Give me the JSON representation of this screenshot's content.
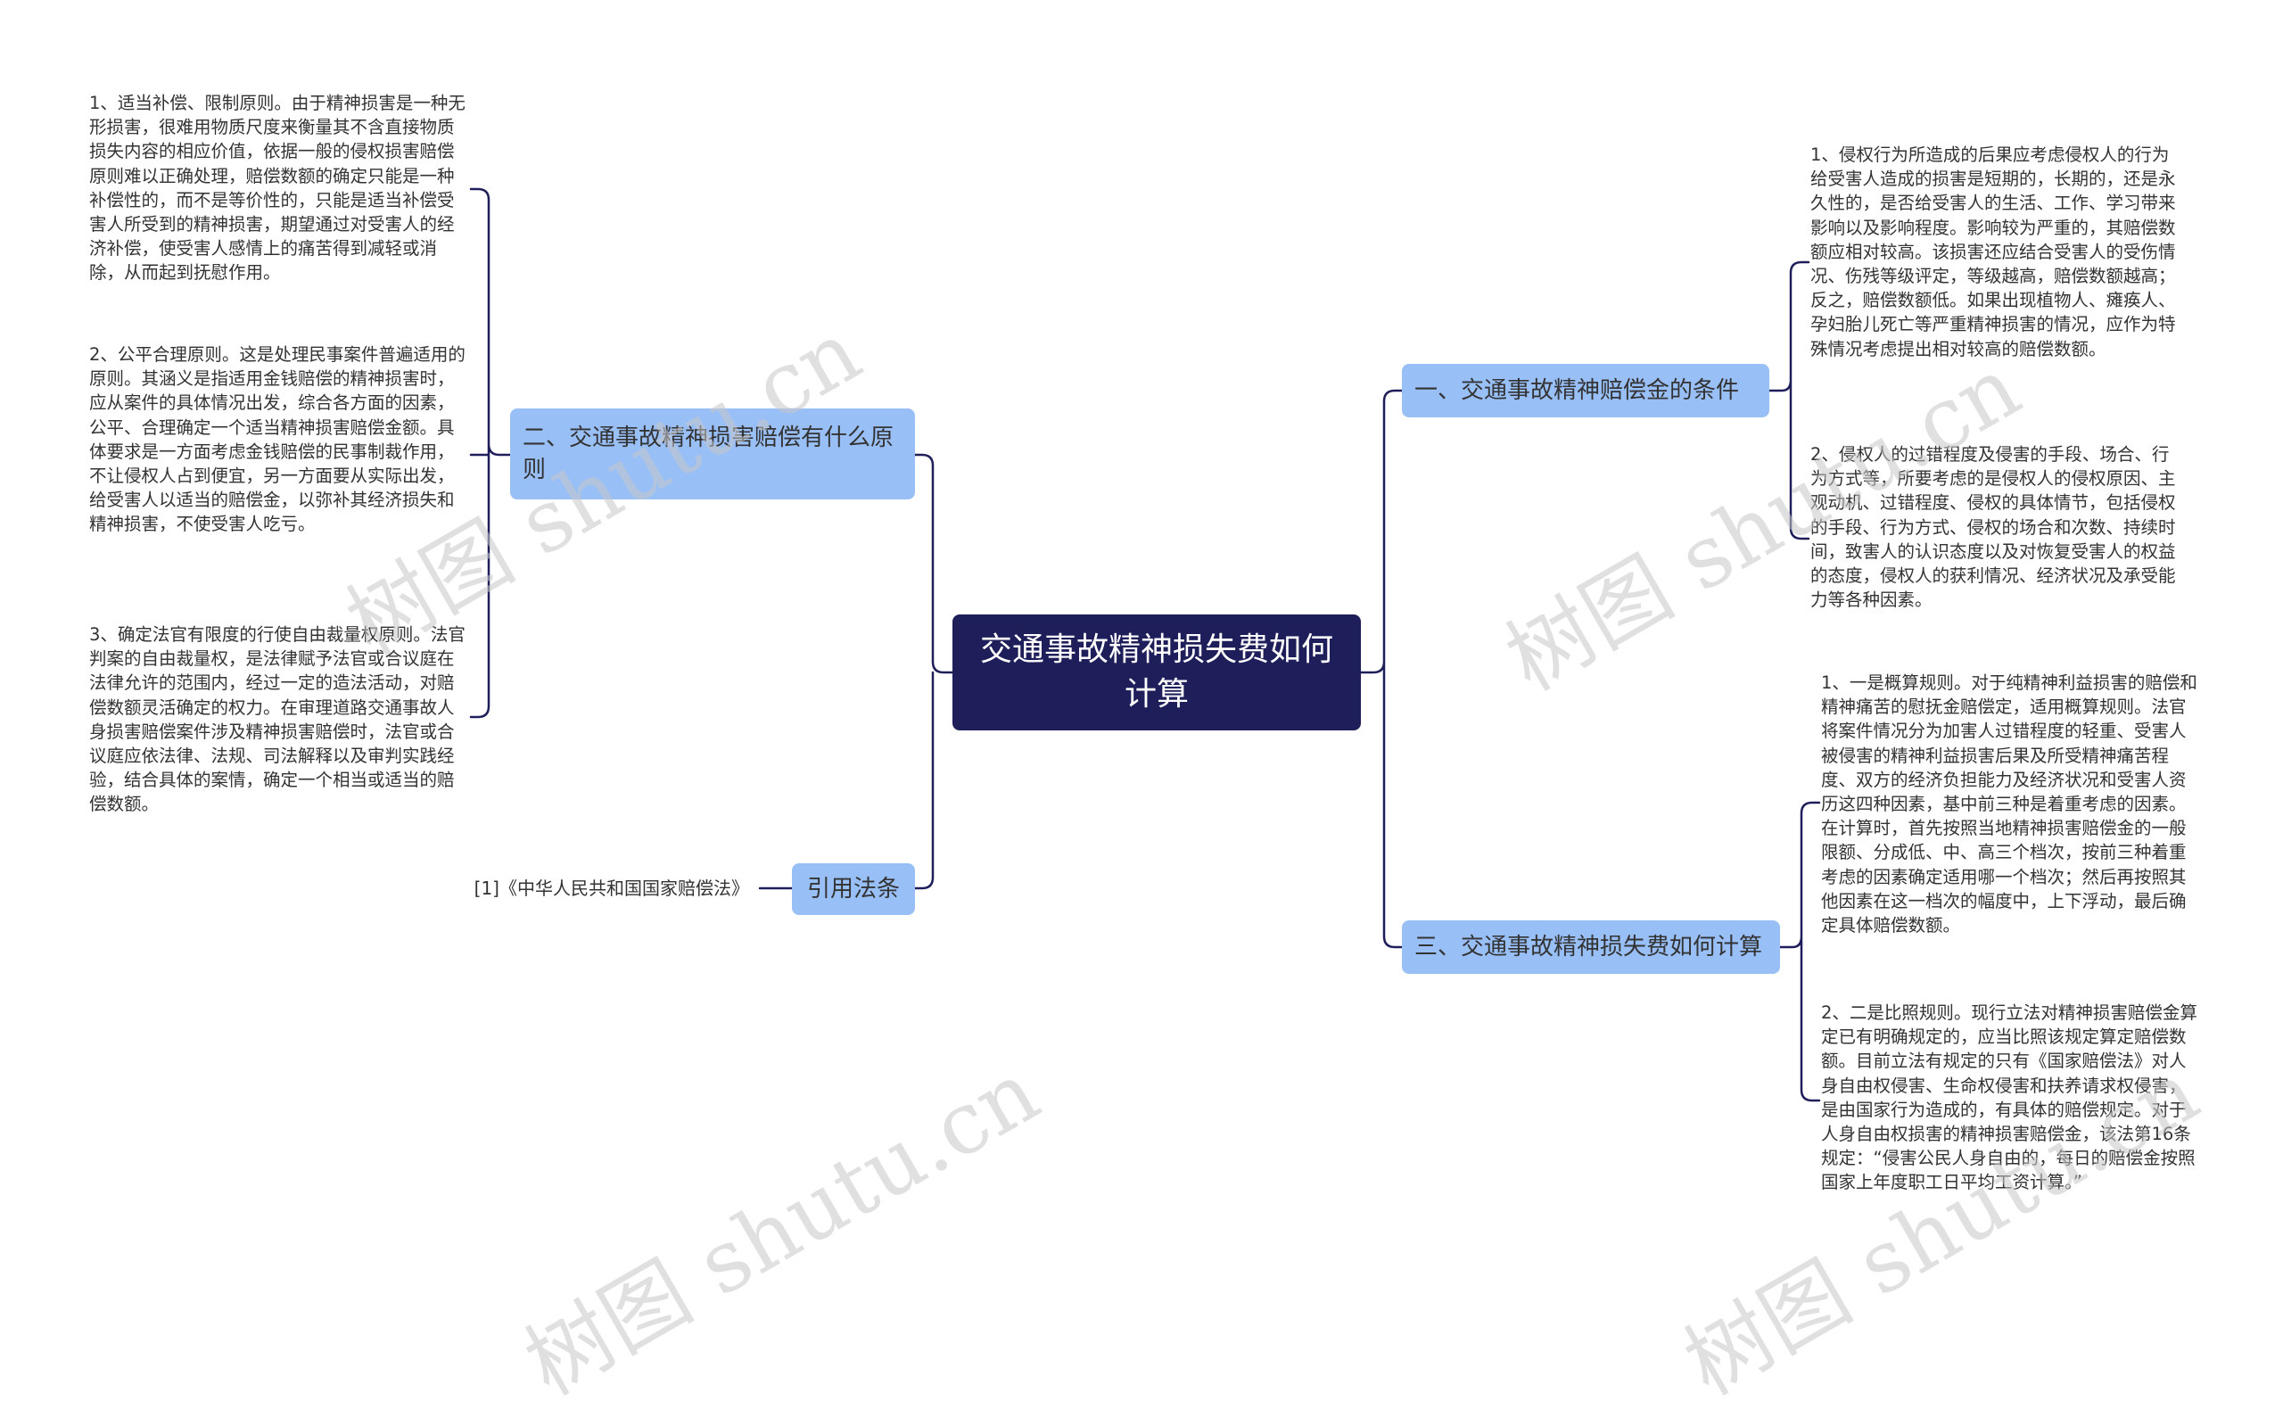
{
  "root": {
    "label": "交通事故精神损失费如何计算"
  },
  "branches": {
    "conditions": {
      "label": "一、交通事故精神赔偿金的条件",
      "items": [
        "1、侵权行为所造成的后果应考虑侵权人的行为给受害人造成的损害是短期的，长期的，还是永久性的，是否给受害人的生活、工作、学习带来影响以及影响程度。影响较为严重的，其赔偿数额应相对较高。该损害还应结合受害人的受伤情况、伤残等级评定，等级越高，赔偿数额越高；反之，赔偿数额低。如果出现植物人、瘫痪人、孕妇胎儿死亡等严重精神损害的情况，应作为特殊情况考虑提出相对较高的赔偿数额。",
        "2、侵权人的过错程度及侵害的手段、场合、行为方式等，所要考虑的是侵权人的侵权原因、主观动机、过错程度、侵权的具体情节，包括侵权的手段、行为方式、侵权的场合和次数、持续时间，致害人的认识态度以及对恢复受害人的权益的态度，侵权人的获利情况、经济状况及承受能力等各种因素。"
      ]
    },
    "principles": {
      "label": "二、交通事故精神损害赔偿有什么原则",
      "items": [
        "1、适当补偿、限制原则。由于精神损害是一种无形损害，很难用物质尺度来衡量其不含直接物质损失内容的相应价值，依据一般的侵权损害赔偿原则难以正确处理，赔偿数额的确定只能是一种补偿性的，而不是等价性的，只能是适当补偿受害人所受到的精神损害，期望通过对受害人的经济补偿，使受害人感情上的痛苦得到减轻或消除，从而起到抚慰作用。",
        "2、公平合理原则。这是处理民事案件普遍适用的原则。其涵义是指适用金钱赔偿的精神损害时，应从案件的具体情况出发，综合各方面的因素，公平、合理确定一个适当精神损害赔偿金额。具体要求是一方面考虑金钱赔偿的民事制裁作用，不让侵权人占到便宜，另一方面要从实际出发，给受害人以适当的赔偿金，以弥补其经济损失和精神损害，不使受害人吃亏。",
        "3、确定法官有限度的行使自由裁量权原则。法官判案的自由裁量权，是法律赋予法官或合议庭在法律允许的范围内，经过一定的造法活动，对赔偿数额灵活确定的权力。在审理道路交通事故人身损害赔偿案件涉及精神损害赔偿时，法官或合议庭应依法律、法规、司法解释以及审判实践经验，结合具体的案情，确定一个相当或适当的赔偿数额。"
      ]
    },
    "calculation": {
      "label": "三、交通事故精神损失费如何计算",
      "items": [
        "1、一是概算规则。对于纯精神利益损害的赔偿和精神痛苦的慰抚金赔偿定，适用概算规则。法官将案件情况分为加害人过错程度的轻重、受害人被侵害的精神利益损害后果及所受精神痛苦程度、双方的经济负担能力及经济状况和受害人资历这四种因素，基中前三种是着重考虑的因素。在计算时，首先按照当地精神损害赔偿金的一般限额、分成低、中、高三个档次，按前三种着重考虑的因素确定适用哪一个档次；然后再按照其他因素在这一档次的幅度中，上下浮动，最后确定具体赔偿数额。",
        "2、二是比照规则。现行立法对精神损害赔偿金算定已有明确规定的，应当比照该规定算定赔偿数额。目前立法有规定的只有《国家赔偿法》对人身自由权侵害、生命权侵害和扶养请求权侵害，是由国家行为造成的，有具体的赔偿规定。对于人身自由权损害的精神损害赔偿金，该法第16条规定：“侵害公民人身自由的，每日的赔偿金按照国家上年度职工日平均工资计算。”"
      ]
    },
    "citation": {
      "label": "引用法条",
      "items": [
        "[1]《中华人民共和国国家赔偿法》"
      ]
    }
  },
  "watermark": "树图 shutu.cn",
  "colors": {
    "root_bg": "#1e1f5a",
    "branch_bg": "#99bff7",
    "line": "#1e1f5a"
  }
}
